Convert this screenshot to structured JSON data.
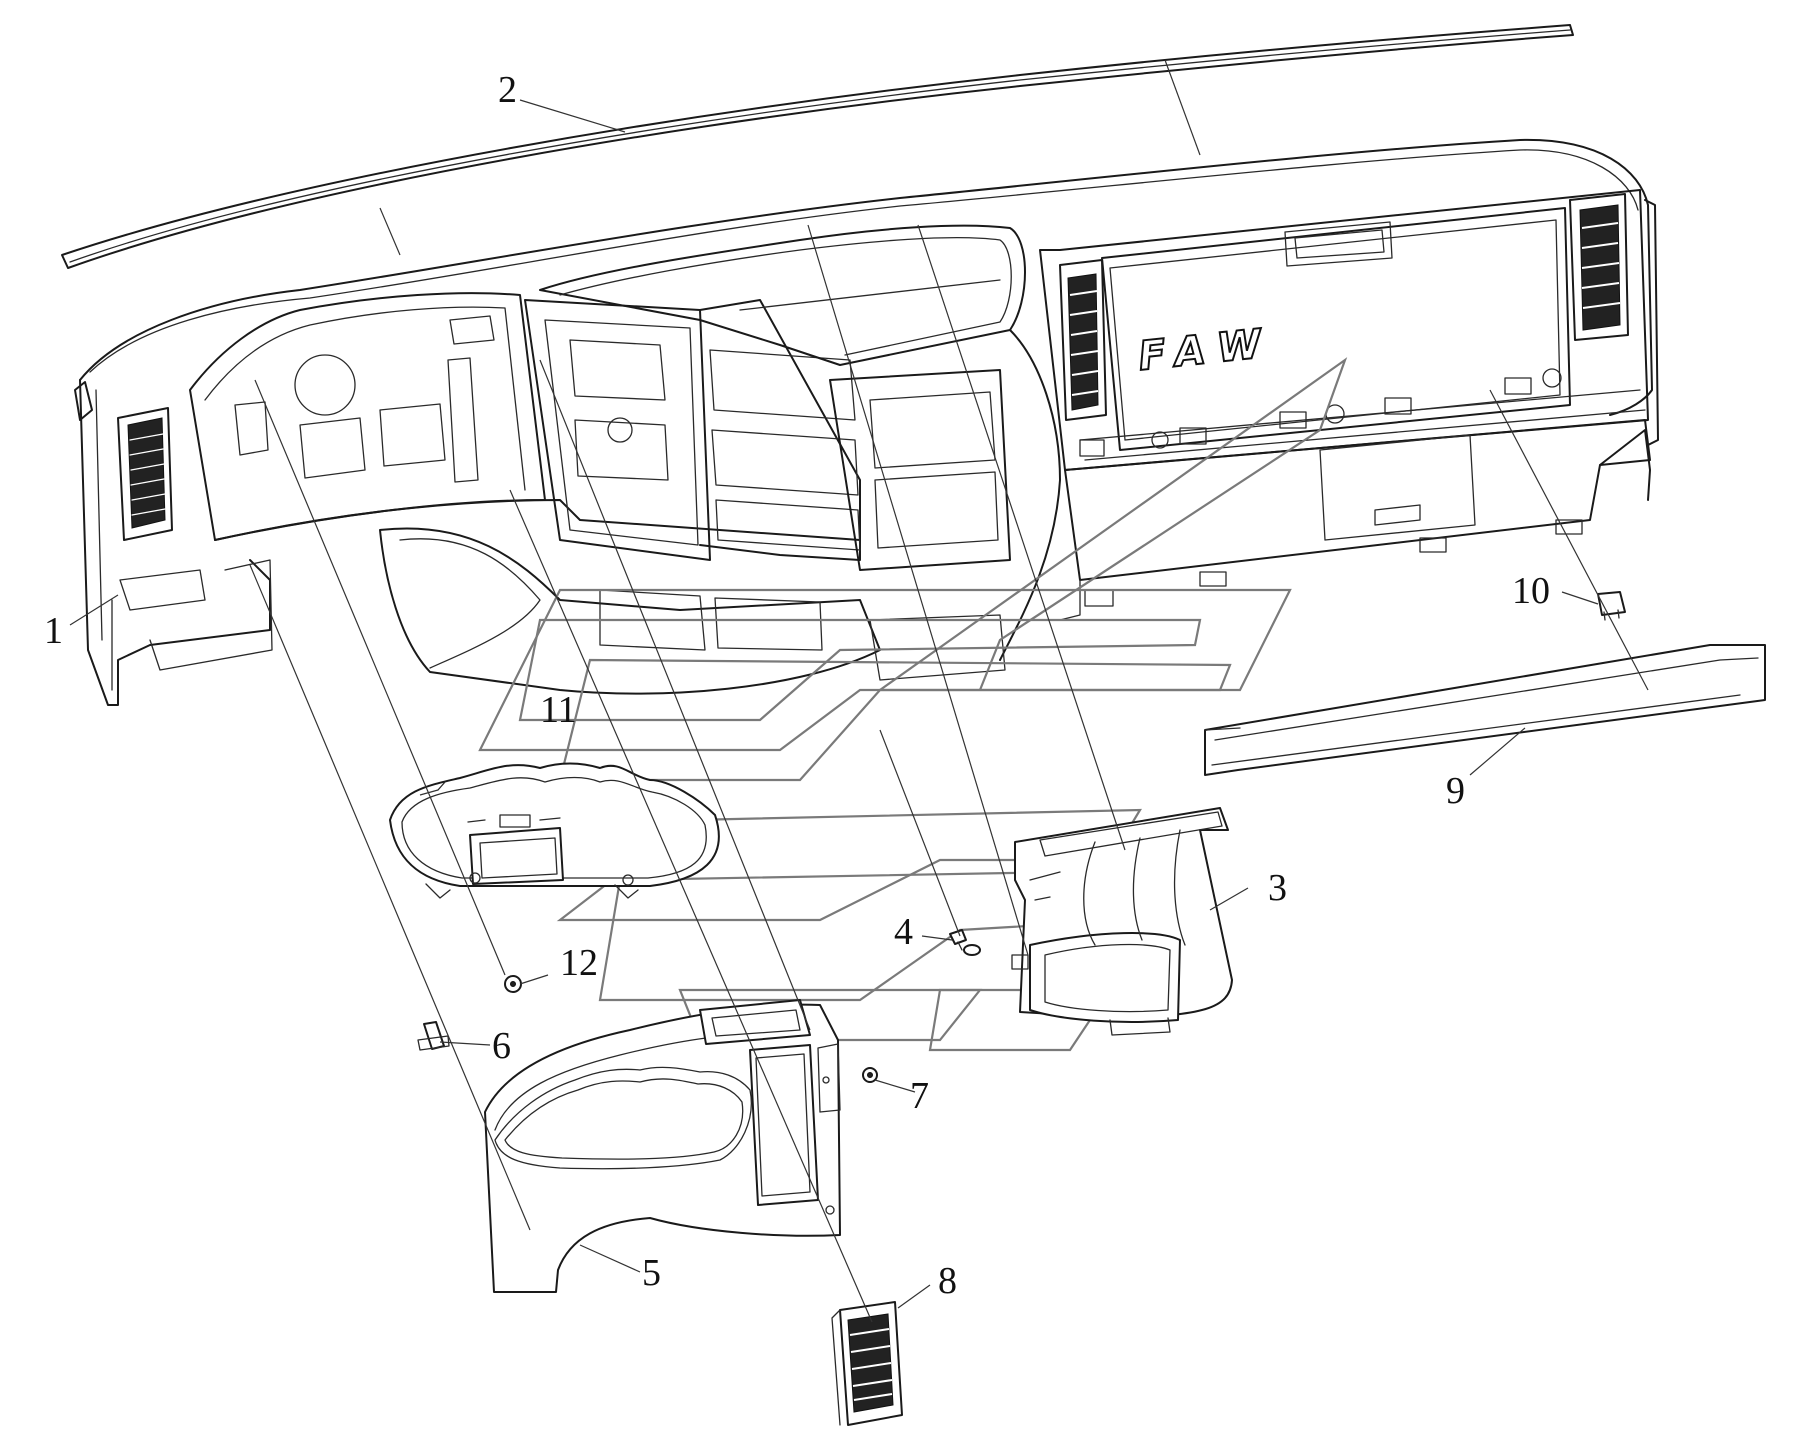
{
  "diagram": {
    "brand_logo": "FAW",
    "callouts": [
      {
        "id": "1",
        "label": "1"
      },
      {
        "id": "2",
        "label": "2"
      },
      {
        "id": "3",
        "label": "3"
      },
      {
        "id": "4",
        "label": "4"
      },
      {
        "id": "5",
        "label": "5"
      },
      {
        "id": "6",
        "label": "6"
      },
      {
        "id": "7",
        "label": "7"
      },
      {
        "id": "8",
        "label": "8"
      },
      {
        "id": "9",
        "label": "9"
      },
      {
        "id": "10",
        "label": "10"
      },
      {
        "id": "11",
        "label": "11"
      },
      {
        "id": "12",
        "label": "12"
      }
    ],
    "colors": {
      "line": "#1a1a1a",
      "background": "#ffffff",
      "assembly_arrow": "#7a7a7a"
    }
  }
}
